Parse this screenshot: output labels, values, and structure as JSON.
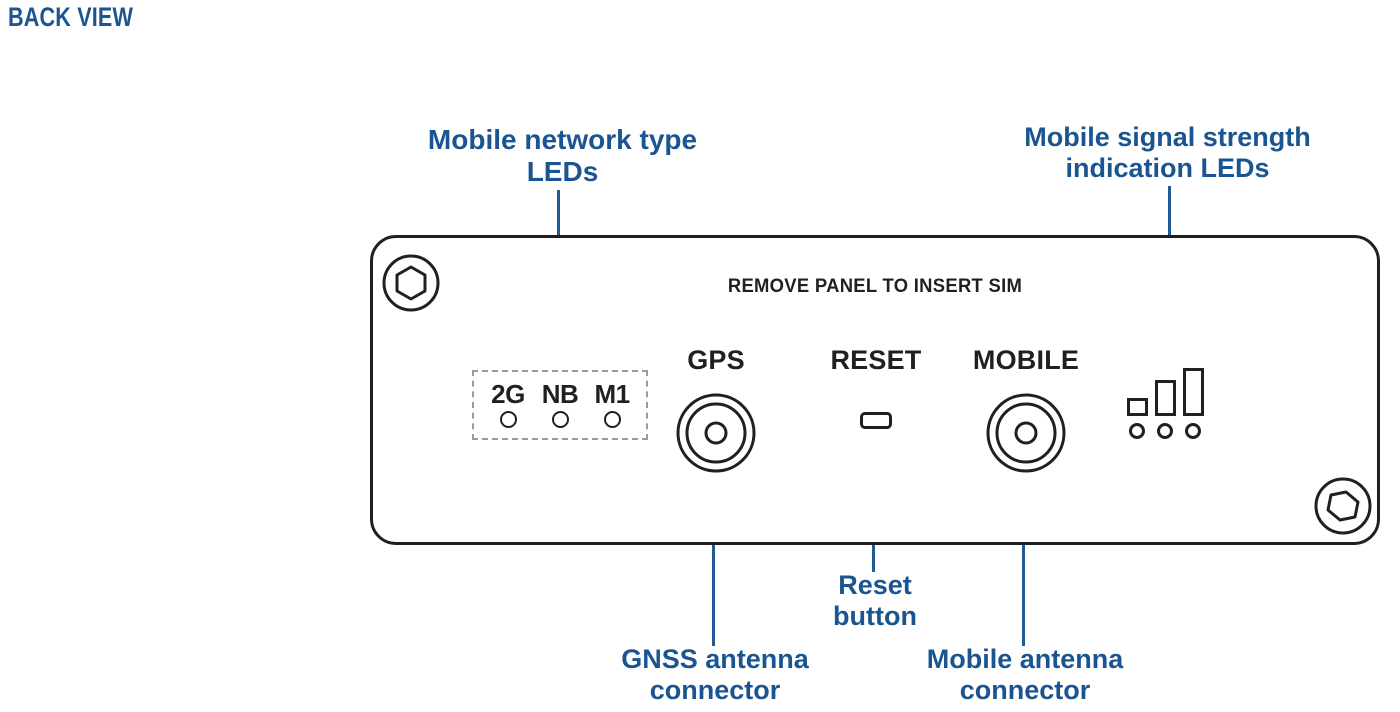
{
  "page": {
    "title": "BACK VIEW",
    "accent_blue": "#1a5591",
    "leader_blue": "#1f5c96",
    "outline_black": "#231f20",
    "dashed_gray": "#9a9a9a",
    "background": "#ffffff"
  },
  "callouts": {
    "network_type_leds": "Mobile network type\nLEDs",
    "signal_strength_leds": "Mobile signal strength\nindication LEDs",
    "gnss_connector": "GNSS  antenna\nconnector",
    "reset_button": "Reset\nbutton",
    "mobile_connector": "Mobile antenna\nconnector"
  },
  "panel": {
    "sim_notice": "REMOVE PANEL TO INSERT SIM",
    "ports": [
      {
        "caption": "GPS",
        "type": "coaxial-connector"
      },
      {
        "caption": "RESET",
        "type": "pinhole-button"
      },
      {
        "caption": "MOBILE",
        "type": "coaxial-connector"
      }
    ],
    "network_leds": [
      {
        "label": "2G"
      },
      {
        "label": "NB"
      },
      {
        "label": "M1"
      }
    ],
    "signal_leds": {
      "bar_count": 3,
      "dot_count": 3
    },
    "screws": [
      {
        "position": "top-left",
        "type": "hex-socket-screw"
      },
      {
        "position": "bottom-right",
        "type": "hex-socket-screw"
      }
    ]
  }
}
